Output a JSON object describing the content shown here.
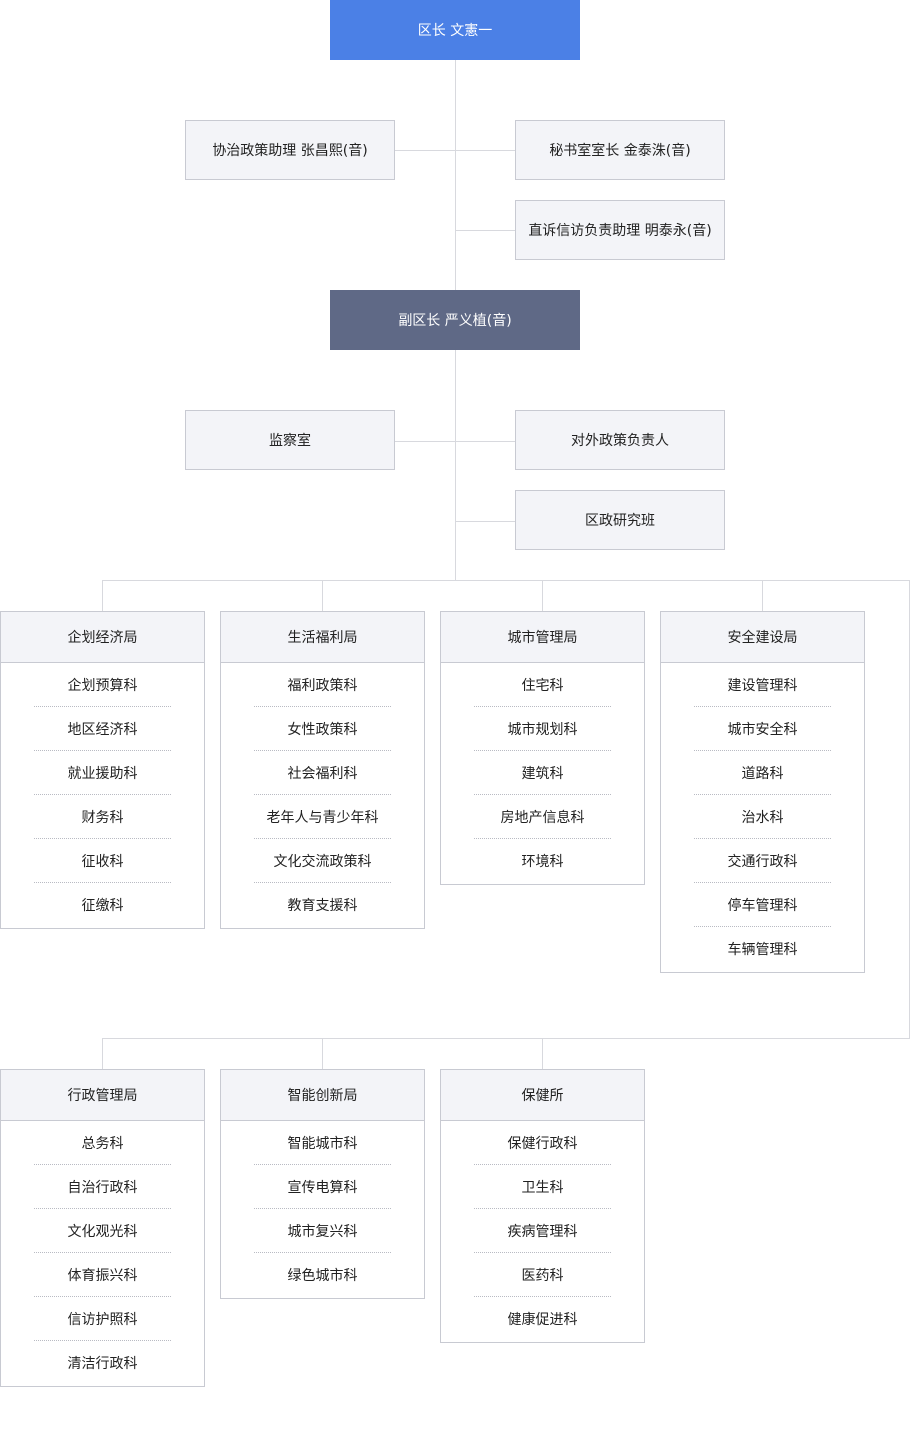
{
  "head": "区长 文憲一",
  "head_staff": {
    "left": "协治政策助理 张昌熙(音)",
    "right_top": "秘书室室长 金泰洙(音)",
    "right_bottom": "直诉信访负责助理 明泰永(音)"
  },
  "deputy": "副区长 严义植(音)",
  "deputy_staff": {
    "left": "监察室",
    "right_top": "对外政策负责人",
    "right_bottom": "区政研究班"
  },
  "departments_row1": [
    {
      "name": "企划经济局",
      "sections": [
        "企划预算科",
        "地区经济科",
        "就业援助科",
        "财务科",
        "征收科",
        "征缴科"
      ]
    },
    {
      "name": "生活福利局",
      "sections": [
        "福利政策科",
        "女性政策科",
        "社会福利科",
        "老年人与青少年科",
        "文化交流政策科",
        "教育支援科"
      ]
    },
    {
      "name": "城市管理局",
      "sections": [
        "住宅科",
        "城市规划科",
        "建筑科",
        "房地产信息科",
        "环境科"
      ]
    },
    {
      "name": "安全建设局",
      "sections": [
        "建设管理科",
        "城市安全科",
        "道路科",
        "治水科",
        "交通行政科",
        "停车管理科",
        "车辆管理科"
      ]
    }
  ],
  "departments_row2": [
    {
      "name": "行政管理局",
      "sections": [
        "总务科",
        "自治行政科",
        "文化观光科",
        "体育振兴科",
        "信访护照科",
        "清洁行政科"
      ]
    },
    {
      "name": "智能创新局",
      "sections": [
        "智能城市科",
        "宣传电算科",
        "城市复兴科",
        "绿色城市科"
      ]
    },
    {
      "name": "保健所",
      "sections": [
        "保健行政科",
        "卫生科",
        "疾病管理科",
        "医药科",
        "健康促进科"
      ]
    }
  ],
  "colors": {
    "head": "#4b80e6",
    "deputy": "#5f6986",
    "box_fill": "#f3f4f8",
    "border": "#c8cad2",
    "line": "#d8d9de"
  }
}
